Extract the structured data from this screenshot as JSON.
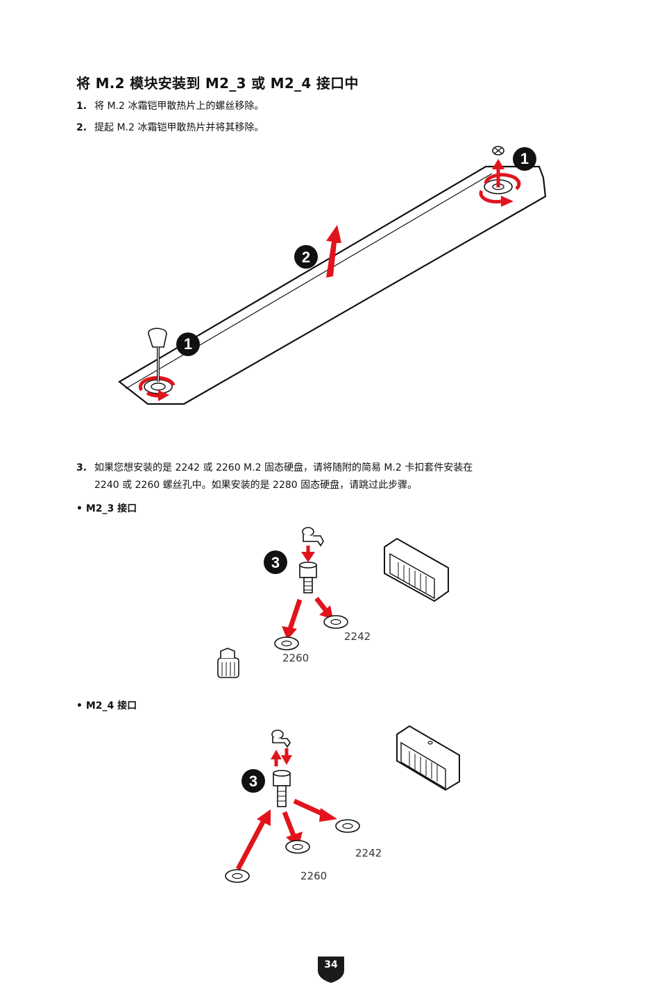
{
  "title": "将 M.2 模块安装到 M2_3 或 M2_4 接口中",
  "steps": [
    {
      "num": "1.",
      "text": "将 M.2 冰霜铠甲散热片上的螺丝移除。"
    },
    {
      "num": "2.",
      "text": "提起 M.2 冰霜铠甲散热片并将其移除。"
    },
    {
      "num": "3.",
      "line1": "如果您想安装的是 2242 或 2260 M.2 固态硬盘，请将随附的简易 M.2 卡扣套件安装在",
      "line2": "2240 或 2260 螺丝孔中。如果安装的是 2280 固态硬盘，请跳过此步骤。"
    }
  ],
  "callouts": {
    "one": "1",
    "two": "2",
    "three": "3"
  },
  "sections": [
    {
      "bullet": "• M2_3 接口",
      "label_a": "2242",
      "label_b": "2260"
    },
    {
      "bullet": "• M2_4 接口",
      "label_a": "2242",
      "label_b": "2260"
    }
  ],
  "page_number": "34",
  "colors": {
    "accent": "#e1141c",
    "ink": "#111111",
    "badge": "#1a1a1a"
  }
}
